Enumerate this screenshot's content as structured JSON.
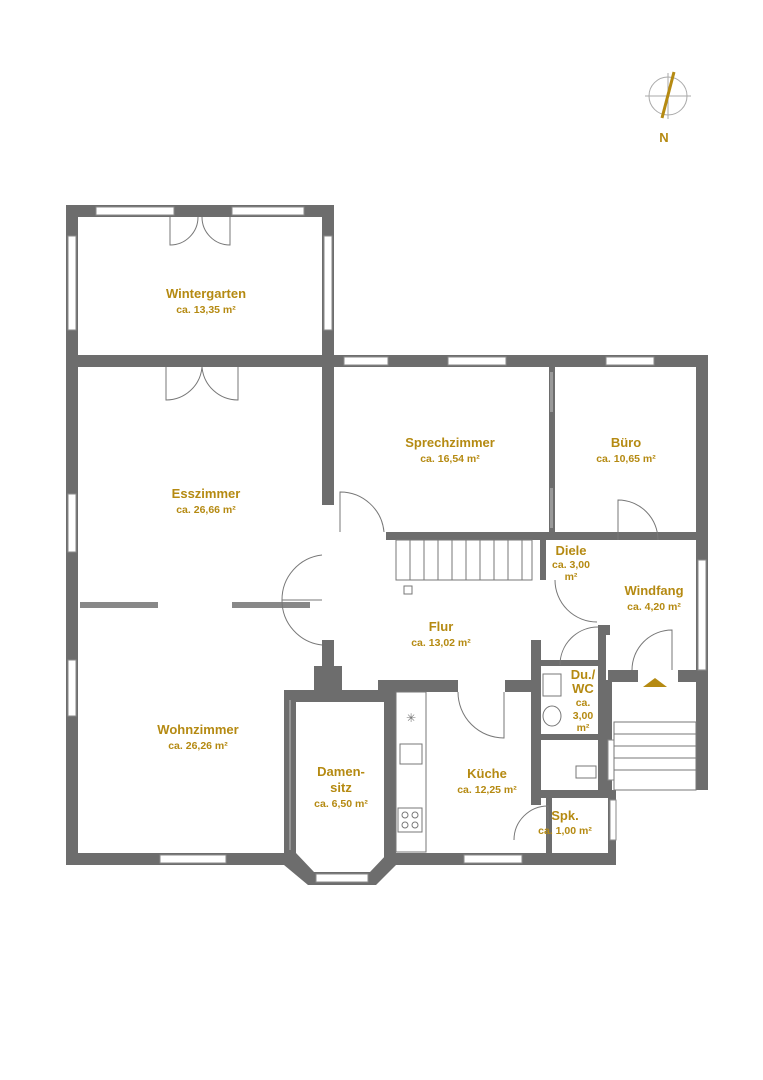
{
  "compass": {
    "label": "N"
  },
  "rooms": [
    {
      "id": "wintergarten",
      "name": "Wintergarten",
      "area": "ca. 13,35 m²"
    },
    {
      "id": "esszimmer",
      "name": "Esszimmer",
      "area": "ca. 26,66 m²"
    },
    {
      "id": "sprechzimmer",
      "name": "Sprechzimmer",
      "area": "ca. 16,54 m²"
    },
    {
      "id": "buero",
      "name": "Büro",
      "area": "ca. 10,65 m²"
    },
    {
      "id": "diele",
      "name": "Diele",
      "area_line1": "ca. 3,00",
      "area_line2": "m²"
    },
    {
      "id": "windfang",
      "name": "Windfang",
      "area": "ca. 4,20 m²"
    },
    {
      "id": "flur",
      "name": "Flur",
      "area": "ca. 13,02 m²"
    },
    {
      "id": "du-wc",
      "name_line1": "Du./",
      "name_line2": "WC",
      "area_line1": "ca.",
      "area_line2": "3,00",
      "area_line3": "m²"
    },
    {
      "id": "wohnzimmer",
      "name": "Wohnzimmer",
      "area": "ca. 26,26 m²"
    },
    {
      "id": "damensitz",
      "name_line1": "Damen-",
      "name_line2": "sitz",
      "area": "ca. 6,50 m²"
    },
    {
      "id": "kueche",
      "name": "Küche",
      "area": "ca. 12,25 m²"
    },
    {
      "id": "spk",
      "name": "Spk.",
      "area": "ca. 1,00 m²"
    }
  ],
  "colors": {
    "wall": "#6d6d6d",
    "label": "#b58a12",
    "compass_needle": "#b58a12"
  }
}
